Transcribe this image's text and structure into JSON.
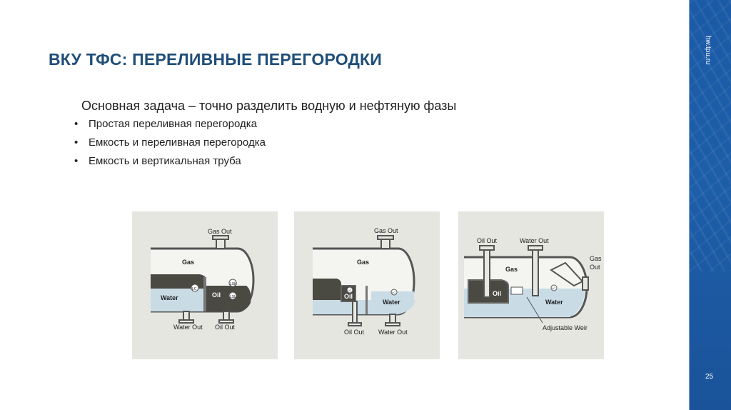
{
  "title": "ВКУ ТФС: ПЕРЕЛИВНЫЕ ПЕРЕГОРОДКИ",
  "main_text": "Основная задача – точно разделить водную и нефтяную фазы",
  "bullets": [
    "Простая переливная перегородка",
    "Емкость и переливная перегородка",
    "Емкость и вертикальная труба"
  ],
  "sidebar": {
    "url": "hw.tpu.ru",
    "page_number": "25"
  },
  "colors": {
    "title": "#1f4e79",
    "band": "#1b5aa6",
    "water": "#c9dce6",
    "oil": "#4a4a42"
  },
  "diagrams": [
    {
      "gas_out": "Gas Out",
      "gas": "Gas",
      "water": "Water",
      "oil": "Oil",
      "lc1": "LC",
      "lc2": "LSH",
      "lc3": "LSL",
      "water_out": "Water Out",
      "oil_out": "Oil Out"
    },
    {
      "gas_out": "Gas Out",
      "gas": "Gas",
      "oil": "Oil",
      "water": "Water",
      "lc1": "LC",
      "lc2": "LC",
      "oil_out": "Oil Out",
      "water_out": "Water Out"
    },
    {
      "oil_out": "Oil Out",
      "water_out": "Water Out",
      "gas_out_1": "Gas",
      "gas_out_2": "Out",
      "gas": "Gas",
      "oil": "Oil",
      "water": "Water",
      "lc1": "LC",
      "weir": "Adjustable Weir"
    }
  ]
}
